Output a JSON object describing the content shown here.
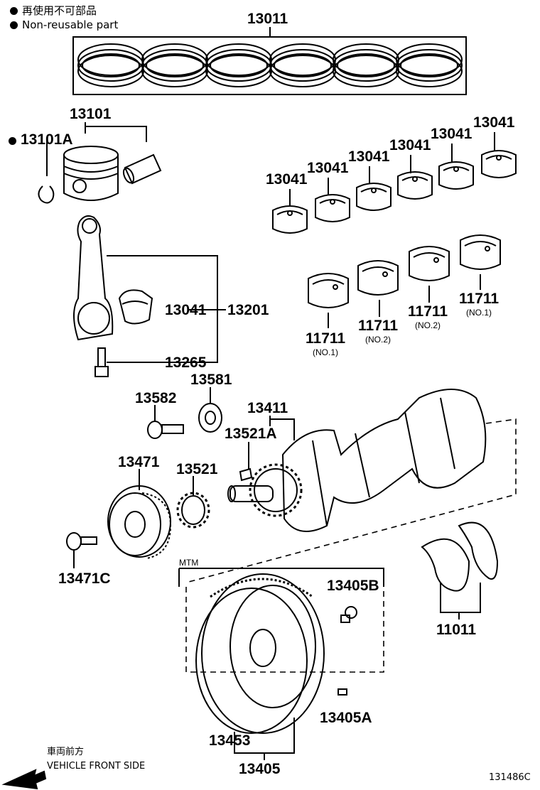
{
  "legend": {
    "jp": "再使用不可部品",
    "en": "Non-reusable part"
  },
  "labels": {
    "p13011": "13011",
    "p13101": "13101",
    "p13101A": "13101A",
    "p13041_1": "13041",
    "p13041_2": "13041",
    "p13041_3": "13041",
    "p13041_4": "13041",
    "p13041_5": "13041",
    "p13041_6": "13041",
    "p13041_rod": "13041",
    "p13201": "13201",
    "p13265": "13265",
    "p11711_a": "11711",
    "p11711_a_sub": "(NO.1)",
    "p11711_b": "11711",
    "p11711_b_sub": "(NO.2)",
    "p11711_c": "11711",
    "p11711_c_sub": "(NO.2)",
    "p11711_d": "11711",
    "p11711_d_sub": "(NO.1)",
    "p13581": "13581",
    "p13582": "13582",
    "p13411": "13411",
    "p13521A": "13521A",
    "p13471": "13471",
    "p13521": "13521",
    "p13471C": "13471C",
    "mtm": "MTM",
    "p13405B": "13405B",
    "p11011": "11011",
    "p13405A": "13405A",
    "p13453": "13453",
    "p13405": "13405"
  },
  "front": {
    "jp": "車両前方",
    "en": "VEHICLE FRONT SIDE"
  },
  "diagram_id": "131486C"
}
